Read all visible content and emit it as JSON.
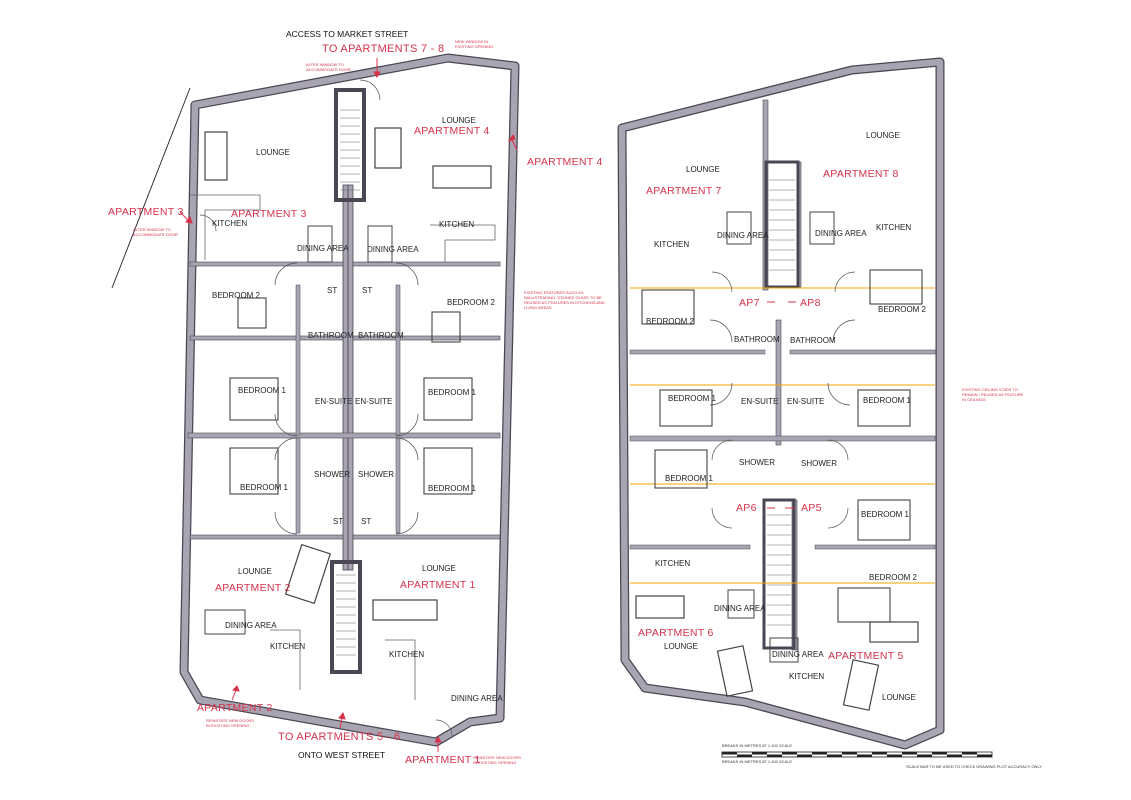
{
  "titles": {
    "access_market": "ACCESS TO MARKET STREET",
    "to_apts_78": "TO APARTMENTS 7 - 8",
    "to_apts_56": "TO APARTMENTS 5 - 6",
    "onto_west": "ONTO WEST STREET"
  },
  "apartments": {
    "a1": "APARTMENT 1",
    "a1_entry": "APARTMENT 1",
    "a2": "APARTMENT 2",
    "a2_entry": "APARTMENT 2",
    "a3": "APARTMENT 3",
    "a3_entry": "APARTMENT 3",
    "a4": "APARTMENT 4",
    "a4_entry": "APARTMENT 4",
    "a5": "APARTMENT 5",
    "a6": "APARTMENT 6",
    "a7": "APARTMENT 7",
    "a8": "APARTMENT 8",
    "ap5": "AP5",
    "ap6": "AP6",
    "ap7": "AP7",
    "ap8": "AP8"
  },
  "rooms": {
    "lounge": "LOUNGE",
    "kitchen": "KITCHEN",
    "dining": "DINING AREA",
    "bedroom1": "BEDROOM 1",
    "bedroom2": "BEDROOM 2",
    "bathroom": "BATHROOM",
    "ensuite": "EN-SUITE",
    "shower": "SHOWER",
    "st": "ST"
  },
  "notes": {
    "new_window": "NEW WINDOW IN EXISTING OPENING",
    "alter_window_top": "ALTER WINDOW TO ACCOMMODATE DOOR",
    "alter_window_left": "ALTER WINDOW TO ACCOMMODATE DOOR",
    "reinstate_left": "REINSTATE NEW DOORS IN EXISTING OPENING",
    "reinstate_right": "REINSTATE NEW DOORS IN EXISTING OPENING",
    "existing_features": "EXISTING FEATURES SUCH AS BALUSTRADING, STAINED GLASS TO BE REUSED AS FEATURES IN KITCHENS AND LIVING AREAS",
    "existing_ceiling": "EXISTING CEILING VOIDS TO REMAIN / REUSED AS FEATURE IN CEILINGS"
  },
  "scale": {
    "top": "BREAKS IN METRES AT 1:100 SCALE",
    "bottom": "BREAKS IN METRES AT 1:100 SCALE",
    "right": "SCALE BAR TO BE USED TO CHECK DRAWING PLOT ACCURACY ONLY"
  },
  "colors": {
    "wall": "#a8a4b2",
    "wall_stroke": "#4a4652",
    "annotation": "#d6324a",
    "joist": "#f0a400",
    "furniture": "#444444"
  }
}
